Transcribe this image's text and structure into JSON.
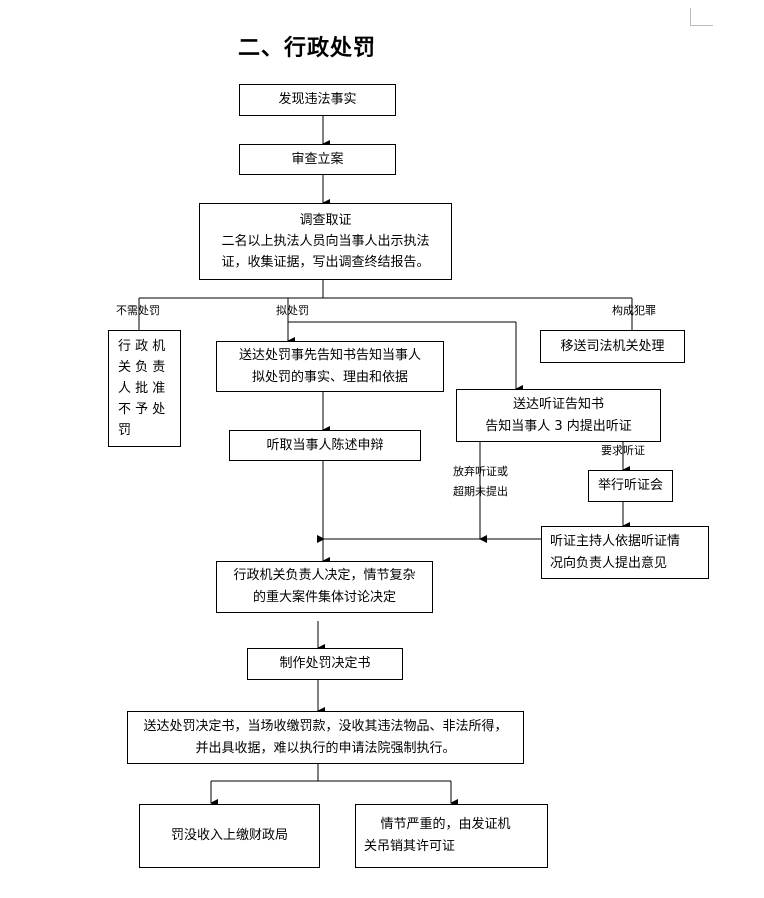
{
  "title": "二、行政处罚",
  "nodes": {
    "discover": "发现违法事实",
    "review": "审查立案",
    "investigate": "调查取证\n二名以上执法人员向当事人出示执法\n证，收集证据，写出调查终结报告。",
    "no_penalty": "行 政 机\n关 负 责\n人 批 准\n不 予 处\n罚",
    "notify_penalty": "送达处罚事先告知书告知当事人\n拟处罚的事实、理由和依据",
    "hear_defense": "听取当事人陈述申辩",
    "hearing_notice": "送达听证告知书\n告知当事人 3 内提出听证",
    "judicial": "移送司法机关处理",
    "hold_hearing": "举行听证会",
    "hearing_opinion": "听证主持人依据听证情\n况向负责人提出意见",
    "decision": "行政机关负责人决定，情节复杂\n的重大案件集体讨论决定",
    "make_decision": "制作处罚决定书",
    "deliver": "送达处罚决定书，当场收缴罚款，没收其违法物品、非法所得，\n并出具收据，难以执行的申请法院强制执行。",
    "finance": "罚没收入上缴财政局",
    "revoke": "    情节严重的，由发证机\n关吊销其许可证"
  },
  "labels": {
    "no_need": "不需处罚",
    "propose": "拟处罚",
    "crime": "构成犯罪",
    "waive": "放弃听证或\n超期未提出",
    "request": "要求听证"
  }
}
